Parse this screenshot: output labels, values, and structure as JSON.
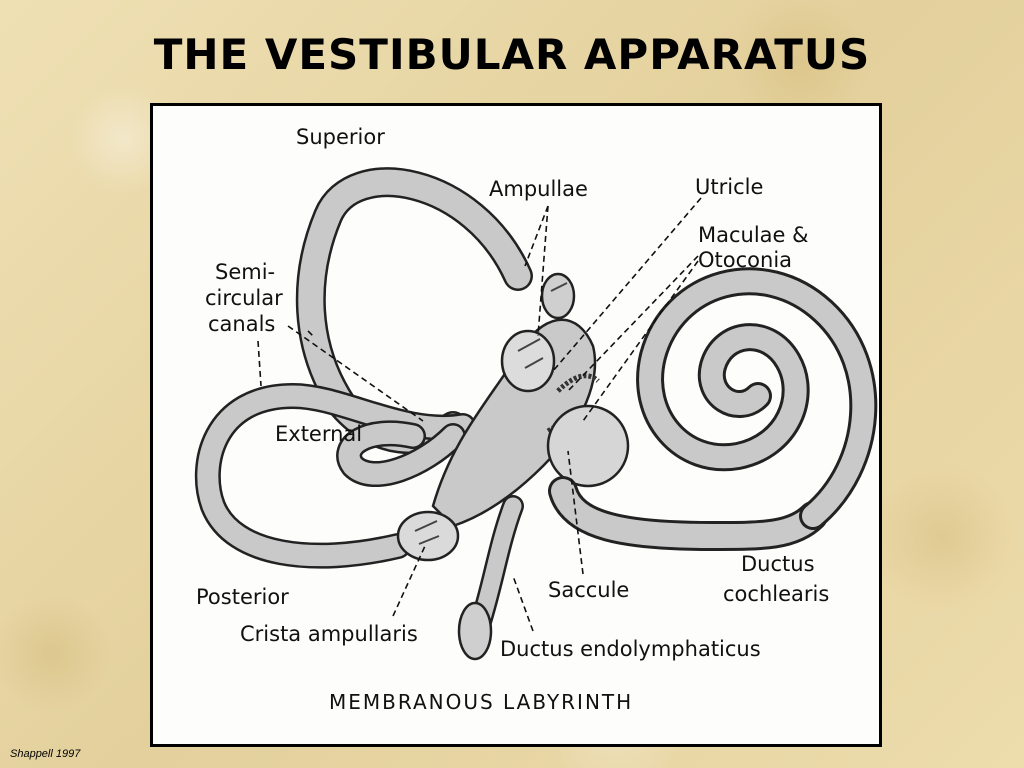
{
  "slide": {
    "title": "THE VESTIBULAR APPARATUS",
    "credit": "Shappell 1997"
  },
  "diagram": {
    "labels": {
      "superior": "Superior",
      "ampullae": "Ampullae",
      "utricle": "Utricle",
      "maculae_line1": "Maculae &",
      "maculae_line2": "Otoconia",
      "semicircular_line1": "Semi-",
      "semicircular_line2": "circular",
      "semicircular_line3": "canals",
      "external": "External",
      "posterior": "Posterior",
      "crista": "Crista ampullaris",
      "saccule": "Saccule",
      "ductus_cochlearis_line1": "Ductus",
      "ductus_cochlearis_line2": "cochlearis",
      "ductus_endolymphaticus": "Ductus endolymphaticus"
    },
    "caption": "MEMBRANOUS LABYRINTH"
  }
}
